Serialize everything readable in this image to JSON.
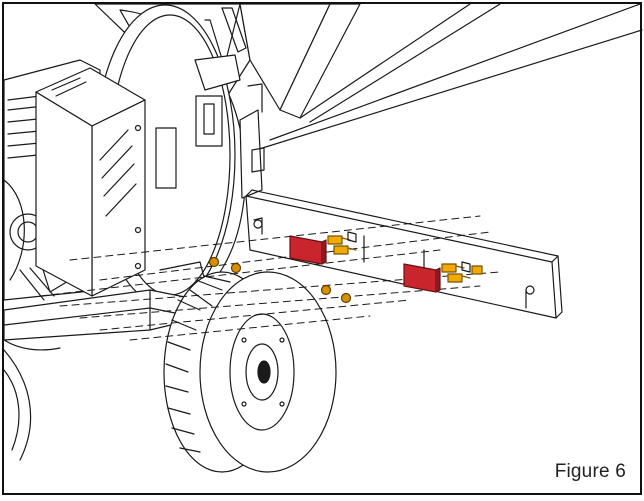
{
  "figure": {
    "caption": "Figure 6",
    "colors": {
      "line": "#1a1a1a",
      "bracket": "#c8262c",
      "bracket_edge": "#6a0f12",
      "bolt": "#f2a900",
      "nut": "#d79000"
    },
    "parts": {
      "brackets": 2,
      "bolts": 5,
      "nuts": 4
    }
  }
}
